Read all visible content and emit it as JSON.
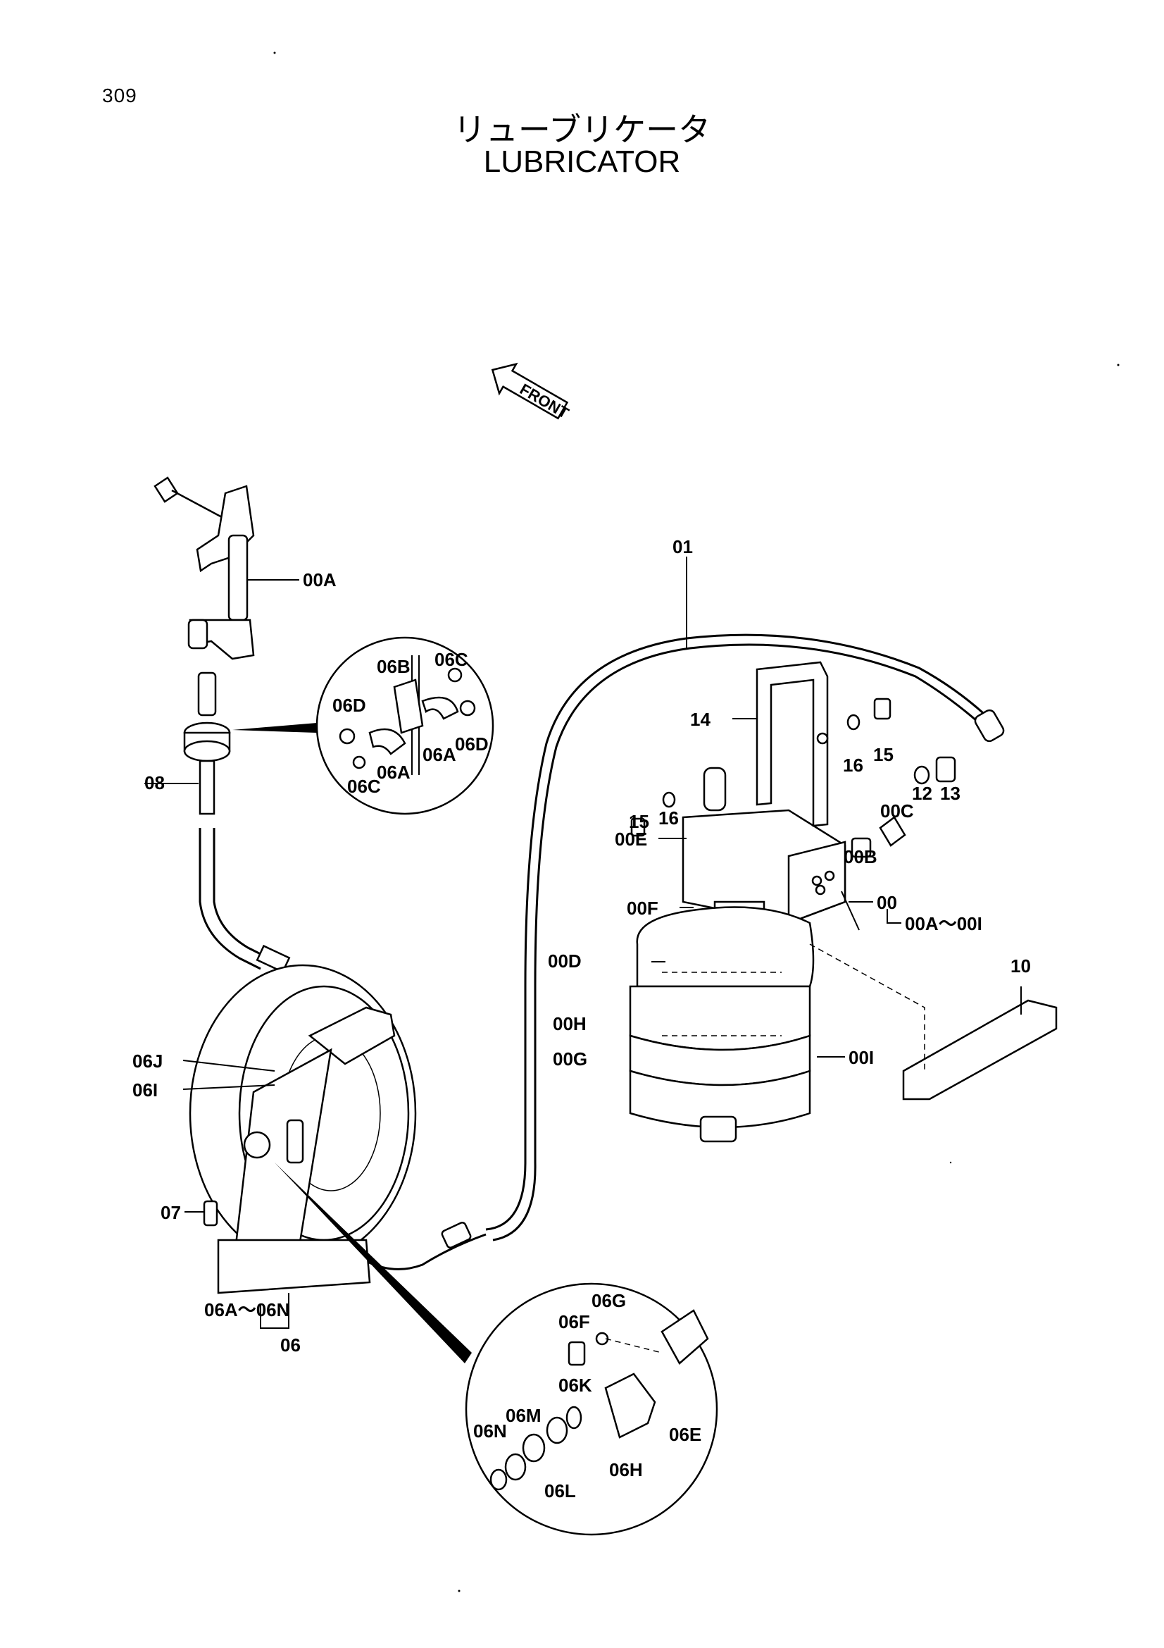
{
  "page": {
    "number": "309"
  },
  "title": {
    "japanese": "リューブリケータ",
    "english": "LUBRICATOR"
  },
  "direction_marker": {
    "label": "FRONT",
    "icon": "front-arrow-icon"
  },
  "callouts": [
    {
      "id": "c-00A",
      "text": "00A"
    },
    {
      "id": "c-01",
      "text": "01"
    },
    {
      "id": "c-06B",
      "text": "06B"
    },
    {
      "id": "c-06C-top",
      "text": "06C"
    },
    {
      "id": "c-06D-left",
      "text": "06D"
    },
    {
      "id": "c-06D-right",
      "text": "06D"
    },
    {
      "id": "c-06A-detail-right",
      "text": "06A"
    },
    {
      "id": "c-06A-detail-left",
      "text": "06A"
    },
    {
      "id": "c-06C-bottom",
      "text": "06C"
    },
    {
      "id": "c-08",
      "text": "08"
    },
    {
      "id": "c-14",
      "text": "14"
    },
    {
      "id": "c-16-right",
      "text": "16"
    },
    {
      "id": "c-15-right",
      "text": "15"
    },
    {
      "id": "c-16-left",
      "text": "16"
    },
    {
      "id": "c-15-left",
      "text": "15"
    },
    {
      "id": "c-12",
      "text": "12"
    },
    {
      "id": "c-13",
      "text": "13"
    },
    {
      "id": "c-00C",
      "text": "00C"
    },
    {
      "id": "c-00B",
      "text": "00B"
    },
    {
      "id": "c-00E",
      "text": "00E"
    },
    {
      "id": "c-00",
      "text": "00"
    },
    {
      "id": "c-00A-00I",
      "text": "00A～00I"
    },
    {
      "id": "c-00F",
      "text": "00F"
    },
    {
      "id": "c-00D",
      "text": "00D"
    },
    {
      "id": "c-10",
      "text": "10"
    },
    {
      "id": "c-00H",
      "text": "00H"
    },
    {
      "id": "c-00G",
      "text": "00G"
    },
    {
      "id": "c-00I",
      "text": "00I"
    },
    {
      "id": "c-06J",
      "text": "06J"
    },
    {
      "id": "c-06I",
      "text": "06I"
    },
    {
      "id": "c-07",
      "text": "07"
    },
    {
      "id": "c-06A-06N",
      "text": "06A～06N"
    },
    {
      "id": "c-06",
      "text": "06"
    },
    {
      "id": "c-06G",
      "text": "06G"
    },
    {
      "id": "c-06F",
      "text": "06F"
    },
    {
      "id": "c-06K",
      "text": "06K"
    },
    {
      "id": "c-06N",
      "text": "06N"
    },
    {
      "id": "c-06M",
      "text": "06M"
    },
    {
      "id": "c-06E",
      "text": "06E"
    },
    {
      "id": "c-06H",
      "text": "06H"
    },
    {
      "id": "c-06L",
      "text": "06L"
    }
  ]
}
